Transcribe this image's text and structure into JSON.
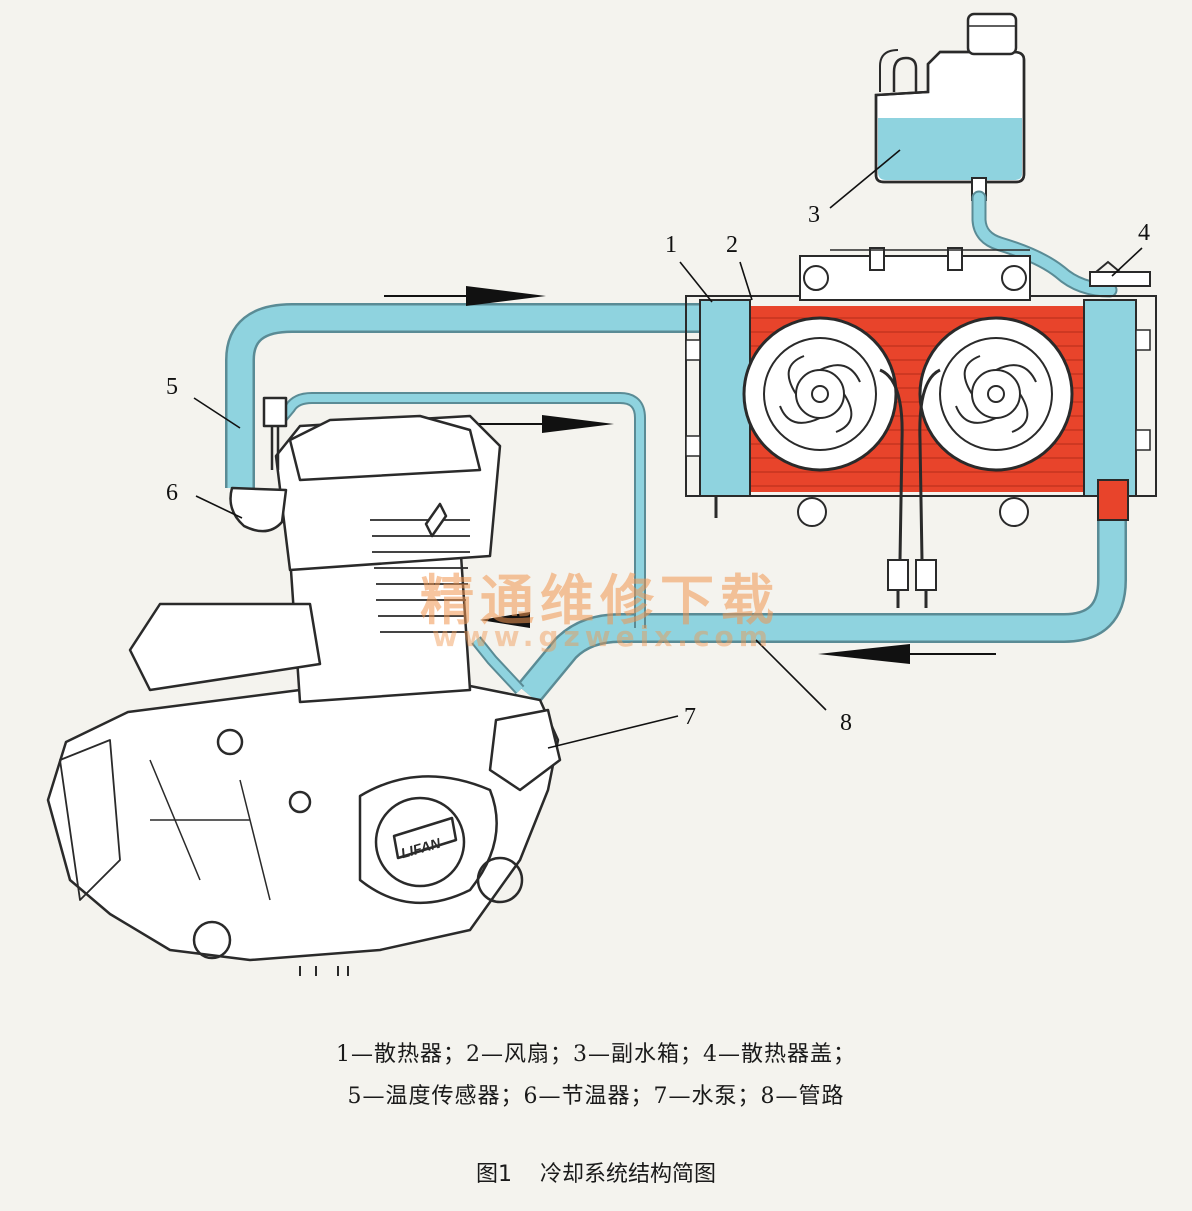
{
  "callouts": {
    "c1": "1",
    "c2": "2",
    "c3": "3",
    "c4": "4",
    "c5": "5",
    "c6": "6",
    "c7": "7",
    "c8": "8"
  },
  "engine_logo": "LIFAN",
  "watermark": {
    "text": "精通维修下载",
    "url": "www.gzweix.com"
  },
  "legend": {
    "line1": "1—散热器；2—风扇；3—副水箱；4—散热器盖；",
    "line2": "5—温度传感器；6—节温器；7—水泵；8—管路"
  },
  "caption": {
    "number": "图1",
    "title": "冷却系统结构简图"
  },
  "colors": {
    "coolant": "#8fd3df",
    "pipe_outline": "#5a8b95",
    "radiator_core": "#e8442b",
    "line_art": "#2a2a2a"
  }
}
